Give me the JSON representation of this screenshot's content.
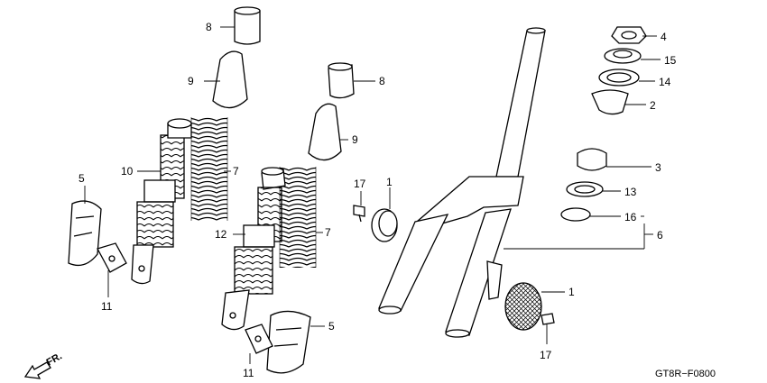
{
  "diagram": {
    "callouts": {
      "c8a": "8",
      "c9a": "9",
      "c10": "10",
      "c7a": "7",
      "c5a": "5",
      "c11a": "11",
      "c8b": "8",
      "c9b": "9",
      "c12": "12",
      "c7b": "7",
      "c5b": "5",
      "c11b": "11",
      "c17a": "17",
      "c1a": "1",
      "c4": "4",
      "c15": "15",
      "c14": "14",
      "c2": "2",
      "c3": "3",
      "c13": "13",
      "c16": "16",
      "c6": "6",
      "c1b": "1",
      "c17b": "17"
    },
    "direction_label": "FR.",
    "drawing_code": "GT8R−F0800"
  }
}
